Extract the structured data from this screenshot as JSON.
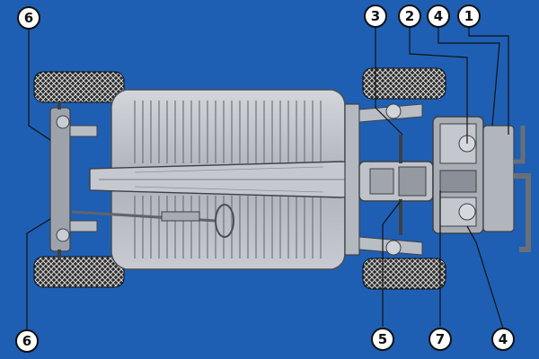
{
  "colors": {
    "background": "#1f5fb3",
    "metal_light": "#c9ccd2",
    "metal_mid": "#9ea3ab",
    "metal_dark": "#5f646c",
    "tire": "#2b2b2b",
    "tire_tread": "#d8d8d8",
    "callout_fill": "#ffffff",
    "callout_stroke": "#111111",
    "leader": "#111111"
  },
  "callouts": [
    {
      "id": "c6-top-left",
      "label": "6"
    },
    {
      "id": "c3-top",
      "label": "3"
    },
    {
      "id": "c2-top",
      "label": "2"
    },
    {
      "id": "c4-top",
      "label": "4"
    },
    {
      "id": "c1-top",
      "label": "1"
    },
    {
      "id": "c6-bottom-left",
      "label": "6"
    },
    {
      "id": "c5-bottom",
      "label": "5"
    },
    {
      "id": "c7-bottom",
      "label": "7"
    },
    {
      "id": "c4-bottom",
      "label": "4"
    }
  ]
}
